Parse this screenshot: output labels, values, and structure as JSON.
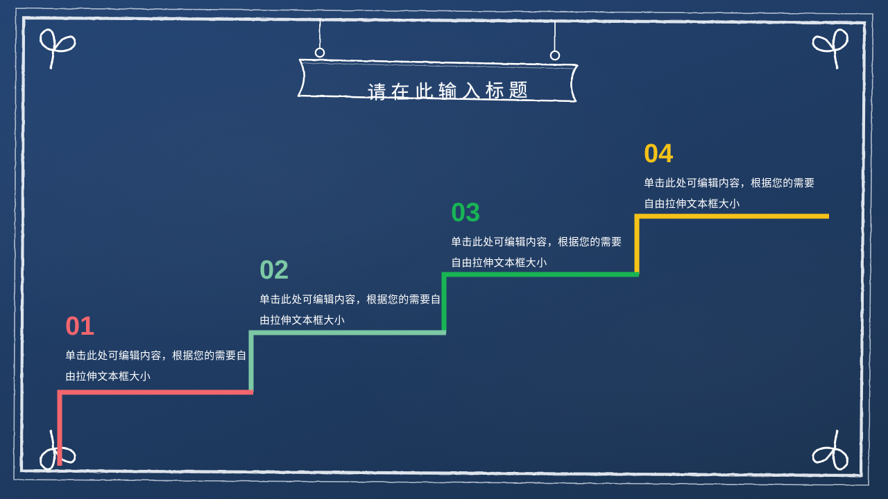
{
  "slide": {
    "background_color": "#1d3a63",
    "chalk_color": "#ffffff",
    "title": "请在此输入标题"
  },
  "decorations": {
    "corner_doodles": [
      {
        "name": "corner-doodle-top-left",
        "icon": "chalk-sprout-doodle"
      },
      {
        "name": "corner-doodle-top-right",
        "icon": "chalk-sprout-doodle"
      },
      {
        "name": "corner-doodle-bottom-left",
        "icon": "chalk-sprout-doodle"
      },
      {
        "name": "corner-doodle-bottom-right",
        "icon": "chalk-sprout-doodle"
      }
    ],
    "banner": {
      "icon": "hanging-ribbon-banner",
      "hangers": [
        {
          "name": "banner-hanger-left",
          "icon": "rope-ring-icon"
        },
        {
          "name": "banner-hanger-right",
          "icon": "rope-ring-icon"
        }
      ]
    },
    "frame": {
      "icon": "chalk-double-border"
    }
  },
  "steps": [
    {
      "number": "01",
      "color": "#f4666e",
      "body": "单击此处可编辑内容，根据您的需要自由拉伸文本框大小"
    },
    {
      "number": "02",
      "color": "#7dc9a5",
      "body": "单击此处可编辑内容，根据您的需要自由拉伸文本框大小"
    },
    {
      "number": "03",
      "color": "#18b454",
      "body": "单击此处可编辑内容，根据您的需要自由拉伸文本框大小"
    },
    {
      "number": "04",
      "color": "#f5c218",
      "body": "单击此处可编辑内容，根据您的需要自由拉伸文本框大小"
    }
  ]
}
